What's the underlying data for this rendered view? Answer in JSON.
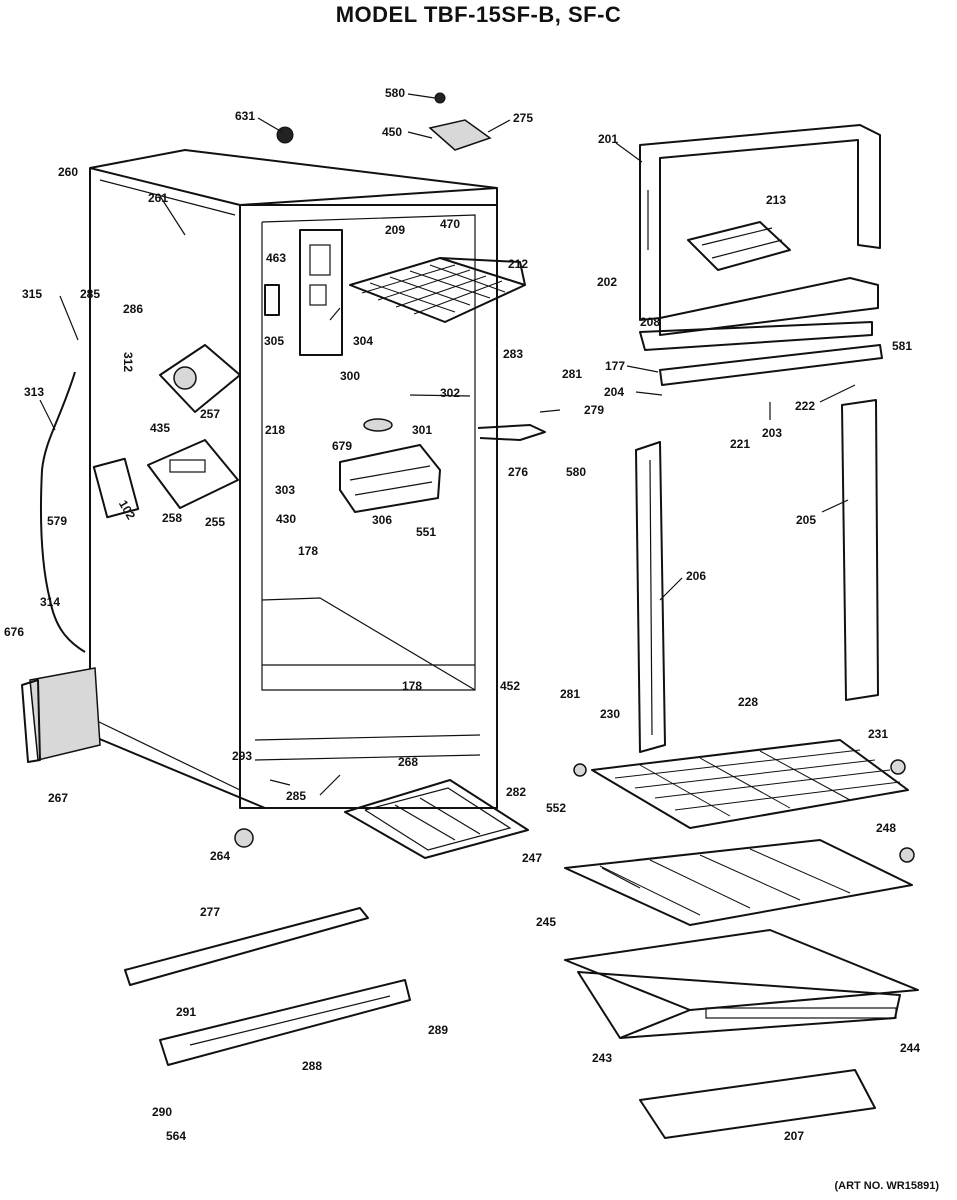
{
  "title": "MODEL TBF-15SF-B, SF-C",
  "art_number": "(ART NO. WR15891)",
  "labels": [
    {
      "id": "580a",
      "text": "580"
    },
    {
      "id": "631",
      "text": "631"
    },
    {
      "id": "275",
      "text": "275"
    },
    {
      "id": "450",
      "text": "450"
    },
    {
      "id": "201",
      "text": "201"
    },
    {
      "id": "260",
      "text": "260"
    },
    {
      "id": "261",
      "text": "261"
    },
    {
      "id": "209",
      "text": "209"
    },
    {
      "id": "470",
      "text": "470"
    },
    {
      "id": "463",
      "text": "463"
    },
    {
      "id": "213",
      "text": "213"
    },
    {
      "id": "212",
      "text": "212"
    },
    {
      "id": "285a",
      "text": "285"
    },
    {
      "id": "286",
      "text": "286"
    },
    {
      "id": "315",
      "text": "315"
    },
    {
      "id": "202",
      "text": "202"
    },
    {
      "id": "305",
      "text": "305"
    },
    {
      "id": "304",
      "text": "304"
    },
    {
      "id": "312",
      "text": "312"
    },
    {
      "id": "208",
      "text": "208"
    },
    {
      "id": "283",
      "text": "283"
    },
    {
      "id": "581a",
      "text": "581"
    },
    {
      "id": "177",
      "text": "177"
    },
    {
      "id": "300",
      "text": "300"
    },
    {
      "id": "281a",
      "text": "281"
    },
    {
      "id": "302",
      "text": "302"
    },
    {
      "id": "313",
      "text": "313"
    },
    {
      "id": "435",
      "text": "435"
    },
    {
      "id": "257",
      "text": "257"
    },
    {
      "id": "218",
      "text": "218"
    },
    {
      "id": "204",
      "text": "204"
    },
    {
      "id": "222",
      "text": "222"
    },
    {
      "id": "679",
      "text": "679"
    },
    {
      "id": "301",
      "text": "301"
    },
    {
      "id": "279",
      "text": "279"
    },
    {
      "id": "203",
      "text": "203"
    },
    {
      "id": "221",
      "text": "221"
    },
    {
      "id": "276",
      "text": "276"
    },
    {
      "id": "580b",
      "text": "580"
    },
    {
      "id": "303",
      "text": "303"
    },
    {
      "id": "102",
      "text": "102"
    },
    {
      "id": "258",
      "text": "258"
    },
    {
      "id": "255",
      "text": "255"
    },
    {
      "id": "306",
      "text": "306"
    },
    {
      "id": "551",
      "text": "551"
    },
    {
      "id": "205",
      "text": "205"
    },
    {
      "id": "579",
      "text": "579"
    },
    {
      "id": "430",
      "text": "430"
    },
    {
      "id": "178a",
      "text": "178"
    },
    {
      "id": "314",
      "text": "314"
    },
    {
      "id": "206",
      "text": "206"
    },
    {
      "id": "676",
      "text": "676"
    },
    {
      "id": "178b",
      "text": "178"
    },
    {
      "id": "452",
      "text": "452"
    },
    {
      "id": "281b",
      "text": "281"
    },
    {
      "id": "230",
      "text": "230"
    },
    {
      "id": "228",
      "text": "228"
    },
    {
      "id": "231",
      "text": "231"
    },
    {
      "id": "293",
      "text": "293"
    },
    {
      "id": "268",
      "text": "268"
    },
    {
      "id": "267",
      "text": "267"
    },
    {
      "id": "285b",
      "text": "285"
    },
    {
      "id": "282",
      "text": "282"
    },
    {
      "id": "552",
      "text": "552"
    },
    {
      "id": "248",
      "text": "248"
    },
    {
      "id": "264",
      "text": "264"
    },
    {
      "id": "247",
      "text": "247"
    },
    {
      "id": "245",
      "text": "245"
    },
    {
      "id": "277",
      "text": "277"
    },
    {
      "id": "291",
      "text": "291"
    },
    {
      "id": "289",
      "text": "289"
    },
    {
      "id": "288",
      "text": "288"
    },
    {
      "id": "243",
      "text": "243"
    },
    {
      "id": "244",
      "text": "244"
    },
    {
      "id": "290",
      "text": "290"
    },
    {
      "id": "564",
      "text": "564"
    },
    {
      "id": "207",
      "text": "207"
    }
  ]
}
